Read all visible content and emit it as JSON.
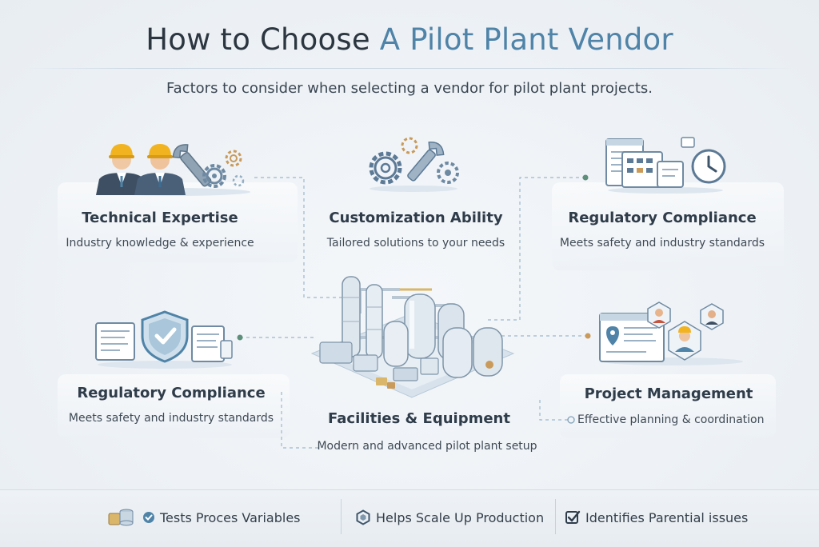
{
  "title": {
    "prefix": "How to Choose ",
    "accent": "A Pilot Plant Vendor"
  },
  "subtitle": "Factors to consider when selecting a vendor for pilot plant projects.",
  "factors": {
    "technical": {
      "heading": "Technical Expertise",
      "desc": "Industry knowledge & experience",
      "icon": "engineers-wrench-gear-icon"
    },
    "customization": {
      "heading": "Customization Ability",
      "desc": "Tailored solutions to your needs",
      "icon": "gears-wrench-icon"
    },
    "regulatory_top": {
      "heading": "Regulatory Compliance",
      "desc": "Meets safety and industry standards",
      "icon": "documents-clock-icon"
    },
    "regulatory_left": {
      "heading": "Regulatory Compliance",
      "desc": "Meets safety and industry standards",
      "icon": "shield-check-documents-icon"
    },
    "facilities": {
      "heading": "Facilities & Equipment",
      "desc": "Modern and advanced pilot plant setup",
      "icon": "pilot-plant-illustration"
    },
    "project": {
      "heading": "Project Management",
      "desc": "Effective planning & coordination",
      "icon": "team-document-pin-icon"
    }
  },
  "footer": [
    {
      "label": "Tests Proces Variables",
      "icon": "check-badge-icon"
    },
    {
      "label": "Helps Scale Up Production",
      "icon": "hexagon-icon"
    },
    {
      "label": "Identifies Parential issues",
      "icon": "checkbox-icon"
    }
  ],
  "colors": {
    "accent": "#4f84a8",
    "text": "#2f3c4a",
    "line": "#8fb0c6"
  }
}
